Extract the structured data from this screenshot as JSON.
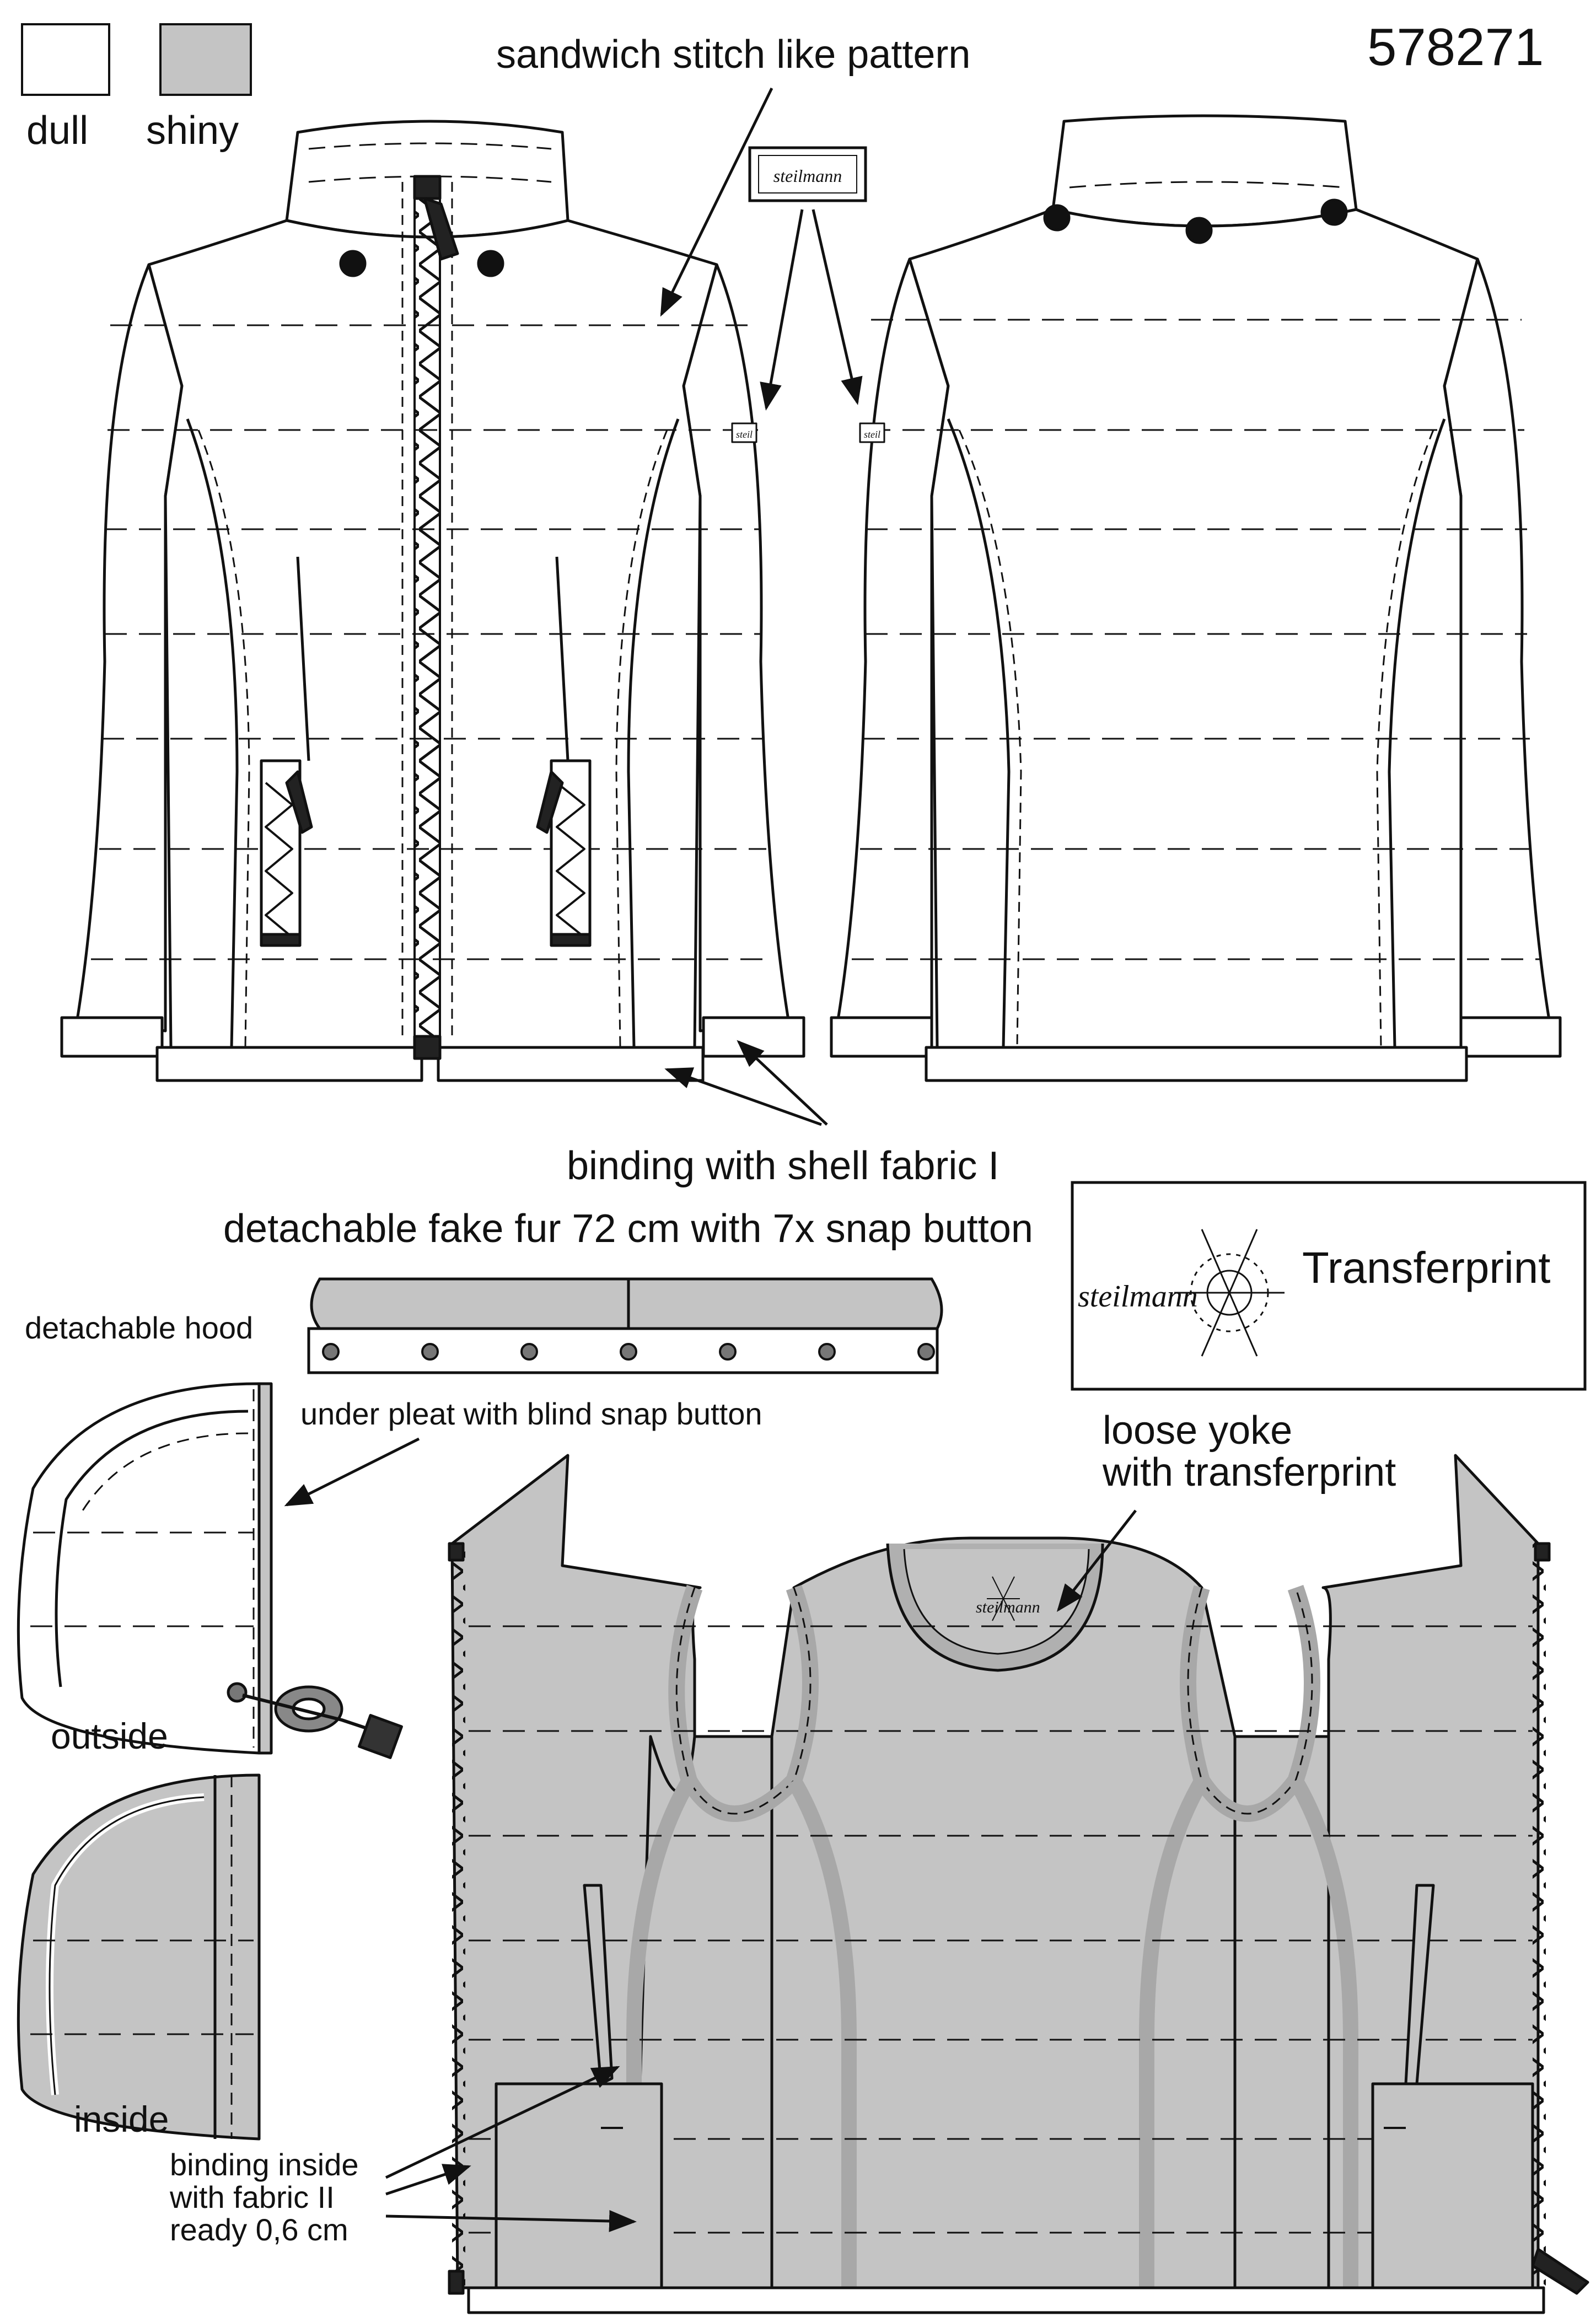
{
  "article_number": "578271",
  "legend": {
    "dull": {
      "label": "dull",
      "color": "#ffffff"
    },
    "shiny": {
      "label": "shiny",
      "color": "#c4c4c4"
    }
  },
  "labels": {
    "sandwich_stitch": "sandwich  stitch like pattern",
    "binding_shell": "binding with shell fabric I",
    "fake_fur": "detachable fake fur 72 cm with 7x snap button",
    "detachable_hood": "detachable hood",
    "under_pleat": "under pleat with blind snap button",
    "outside": "outside",
    "inside": "inside",
    "loose_yoke": "loose yoke\nwith transferprint",
    "binding_inside": "binding inside\nwith fabric II\nready 0,6 cm"
  },
  "transferprint": {
    "brand": "steilmann",
    "label": "Transferprint"
  },
  "brand_label": "steilmann",
  "sleeve_tag_text": "steil",
  "yoke_print_text": "steilmann",
  "icons": {
    "collar_button": "snap-button-icon",
    "zipper_pull": "zipper-pull-icon",
    "fur_snaps": "snap-button-icon",
    "hood_toggle": "cord-stopper-icon",
    "snowflake": "snowflake-icon"
  },
  "colors": {
    "line": "#111111",
    "shiny_fill": "#c4c4c4",
    "dull_fill": "#ffffff",
    "binding_fill": "#a8a8a8"
  }
}
